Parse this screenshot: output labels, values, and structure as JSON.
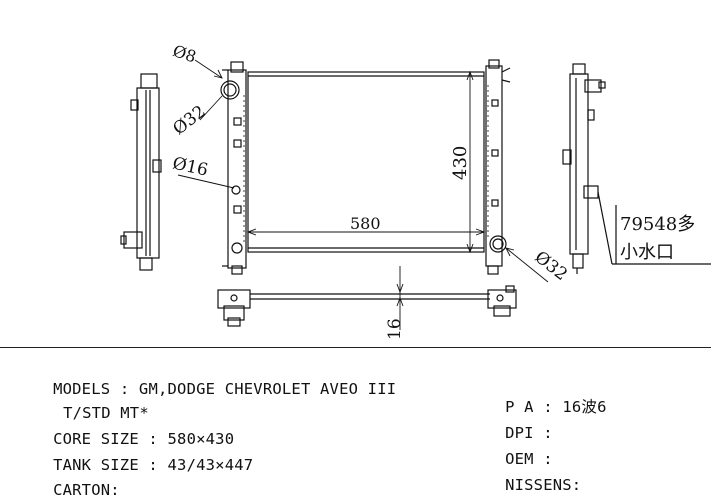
{
  "drawing": {
    "dimensions": {
      "d8": "Ø8",
      "d32_top": "Ø32",
      "d16": "Ø16",
      "width": "580",
      "height": "430",
      "d32_bottom": "Ø32",
      "depth": "16"
    },
    "callout": {
      "line1": "79548多",
      "line2": "小水口"
    }
  },
  "specs": {
    "models_label": "MODELS",
    "models_value": "GM,DODGE CHEVROLET AVEO III",
    "models_cont": "T/STD MT*",
    "core_label": "CORE SIZE",
    "core_value": "580×430",
    "tank_label": "TANK SIZE",
    "tank_value": "43/43×447",
    "carton_label": "CARTON:",
    "pa_label": "P A",
    "pa_value": "16波6",
    "dpi_label": "DPI",
    "oem_label": "OEM",
    "nissens_label": "NISSENS:",
    "separator": ":"
  }
}
